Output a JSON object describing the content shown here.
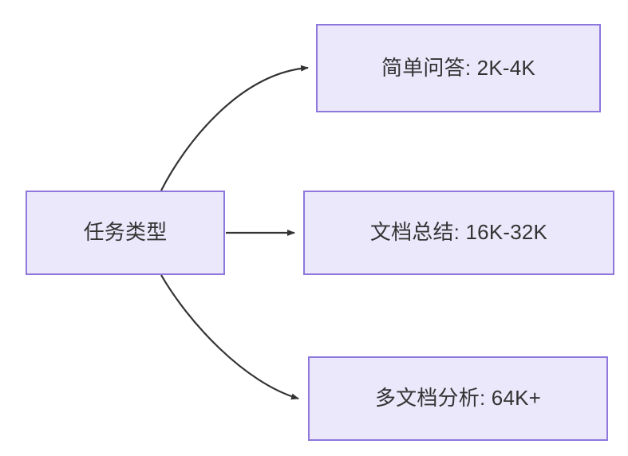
{
  "diagram": {
    "type": "flowchart",
    "direction": "left-to-right",
    "background_color": "#ffffff",
    "node_fill_color": "#ebe8fb",
    "node_border_color": "#8e77dd",
    "node_text_color": "#333333",
    "edge_color": "#333333",
    "root": {
      "id": "root",
      "label": "任务类型"
    },
    "branches": [
      {
        "id": "simple-qa",
        "label": "简单问答: 2K-4K",
        "task": "简单问答",
        "range": "2K-4K"
      },
      {
        "id": "doc-summary",
        "label": "文档总结: 16K-32K",
        "task": "文档总结",
        "range": "16K-32K"
      },
      {
        "id": "multi-doc",
        "label": "多文档分析: 64K+",
        "task": "多文档分析",
        "range": "64K+"
      }
    ],
    "edges": [
      {
        "id": "edge-root-simple-qa",
        "from": "root",
        "to": "simple-qa",
        "style": "curved",
        "arrow": "end"
      },
      {
        "id": "edge-root-doc-summary",
        "from": "root",
        "to": "doc-summary",
        "style": "straight",
        "arrow": "end"
      },
      {
        "id": "edge-root-multi-doc",
        "from": "root",
        "to": "multi-doc",
        "style": "curved",
        "arrow": "end"
      }
    ]
  }
}
